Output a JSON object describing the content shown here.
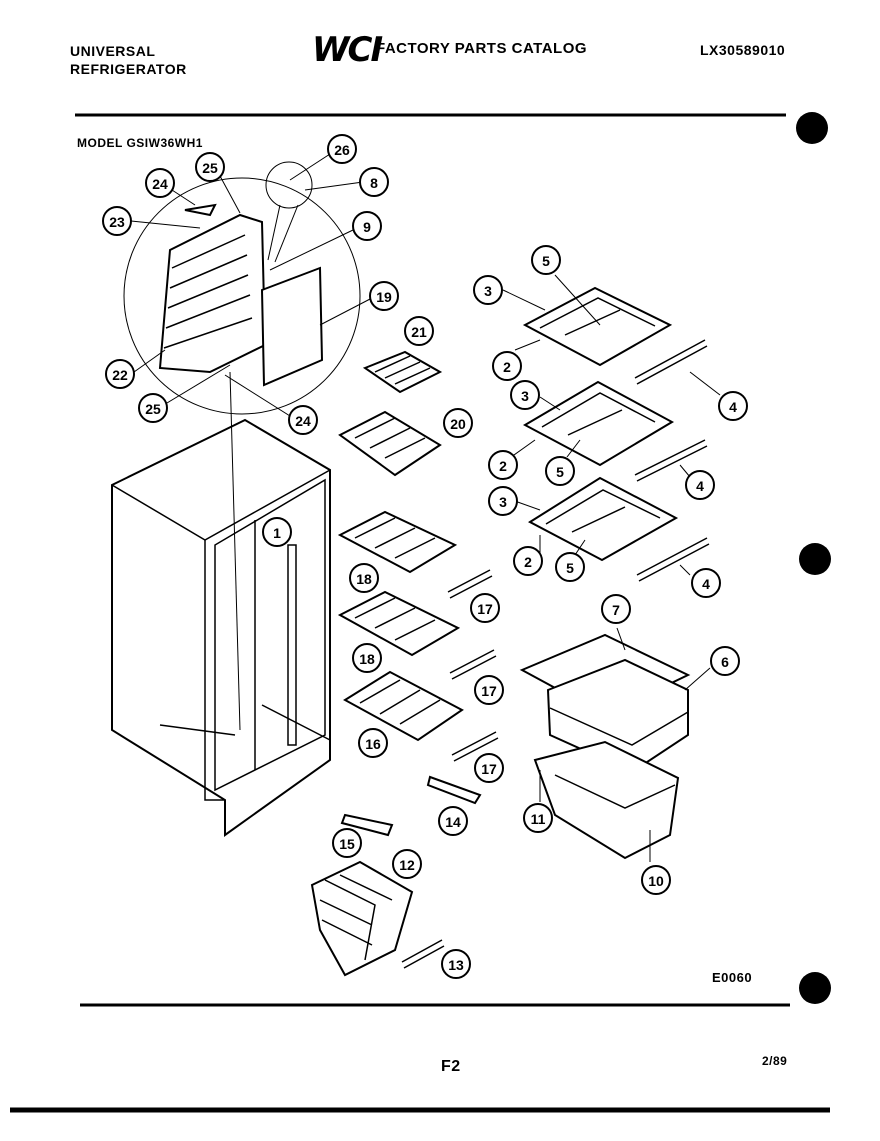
{
  "header": {
    "brand_line1": "UNIVERSAL",
    "brand_line2": "REFRIGERATOR",
    "logo": "WCI",
    "catalog_title": "FACTORY PARTS CATALOG",
    "part_number": "LX30589010"
  },
  "model": "MODEL GSIW36WH1",
  "diagram_code": "E0060",
  "footer": {
    "page": "F2",
    "date": "2/89"
  },
  "callouts": [
    "26",
    "8",
    "25",
    "24",
    "23",
    "9",
    "19",
    "22",
    "25",
    "24",
    "21",
    "20",
    "1",
    "18",
    "18",
    "16",
    "17",
    "17",
    "17",
    "14",
    "15",
    "12",
    "13",
    "3",
    "5",
    "2",
    "4",
    "3",
    "2",
    "5",
    "4",
    "3",
    "2",
    "5",
    "4",
    "7",
    "6",
    "11",
    "10"
  ]
}
